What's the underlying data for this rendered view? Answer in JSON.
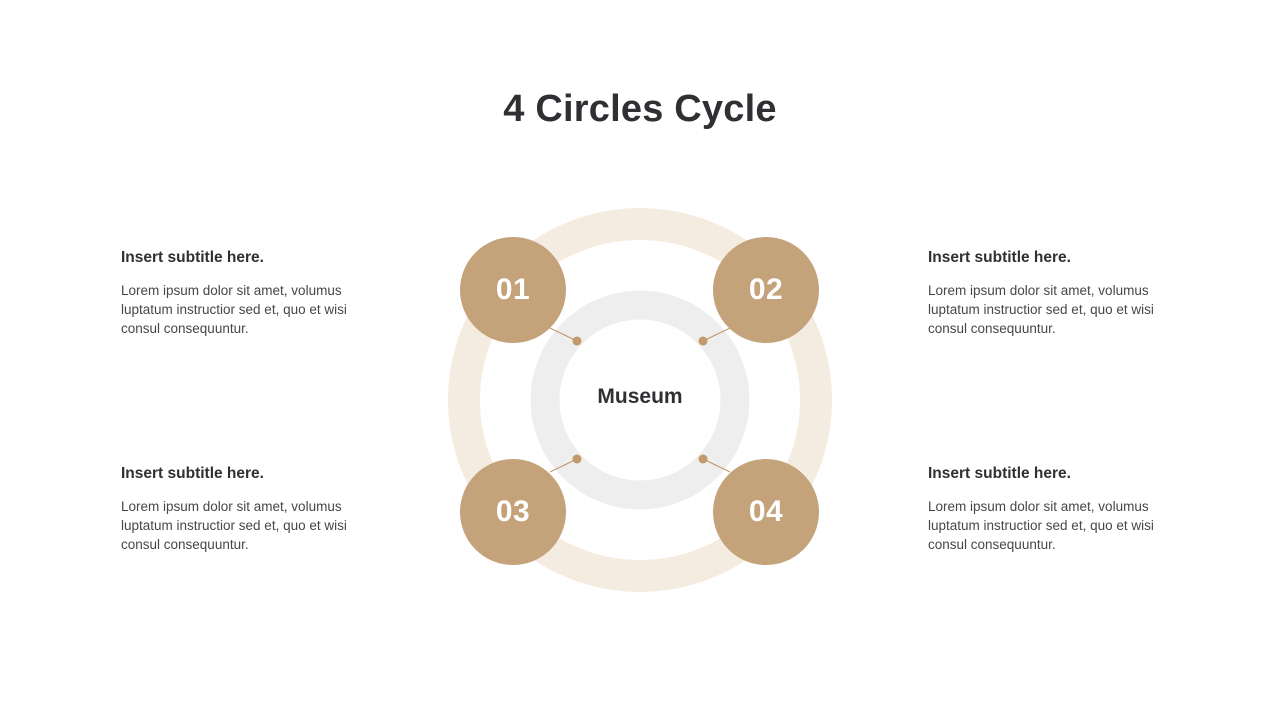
{
  "slide": {
    "title": "4 Circles Cycle",
    "center_label": "Museum"
  },
  "theme": {
    "node_color": "#c4a27a",
    "outer_ring_color": "#f5ece1",
    "inner_ring_color": "#eeeeee",
    "connector_color": "#c09a6b",
    "title_color": "#2f3033",
    "body_color": "#46474a",
    "background": "#ffffff"
  },
  "nodes": [
    {
      "id": "01",
      "number": "01",
      "position": "top-left"
    },
    {
      "id": "02",
      "number": "02",
      "position": "top-right"
    },
    {
      "id": "03",
      "number": "03",
      "position": "bottom-left"
    },
    {
      "id": "04",
      "number": "04",
      "position": "bottom-right"
    }
  ],
  "text_blocks": [
    {
      "position": "top-left",
      "title": "Insert subtitle here.",
      "body": "Lorem ipsum dolor sit amet, volumus luptatum instructior sed et, quo et wisi consul consequuntur."
    },
    {
      "position": "top-right",
      "title": "Insert subtitle here.",
      "body": "Lorem ipsum dolor sit amet, volumus luptatum instructior sed et, quo et wisi consul consequuntur."
    },
    {
      "position": "bottom-left",
      "title": "Insert subtitle here.",
      "body": "Lorem ipsum dolor sit amet, volumus luptatum instructior sed et, quo et wisi consul consequuntur."
    },
    {
      "position": "bottom-right",
      "title": "Insert subtitle here.",
      "body": "Lorem ipsum dolor sit amet, volumus luptatum instructior sed et, quo et wisi consul consequuntur."
    }
  ]
}
